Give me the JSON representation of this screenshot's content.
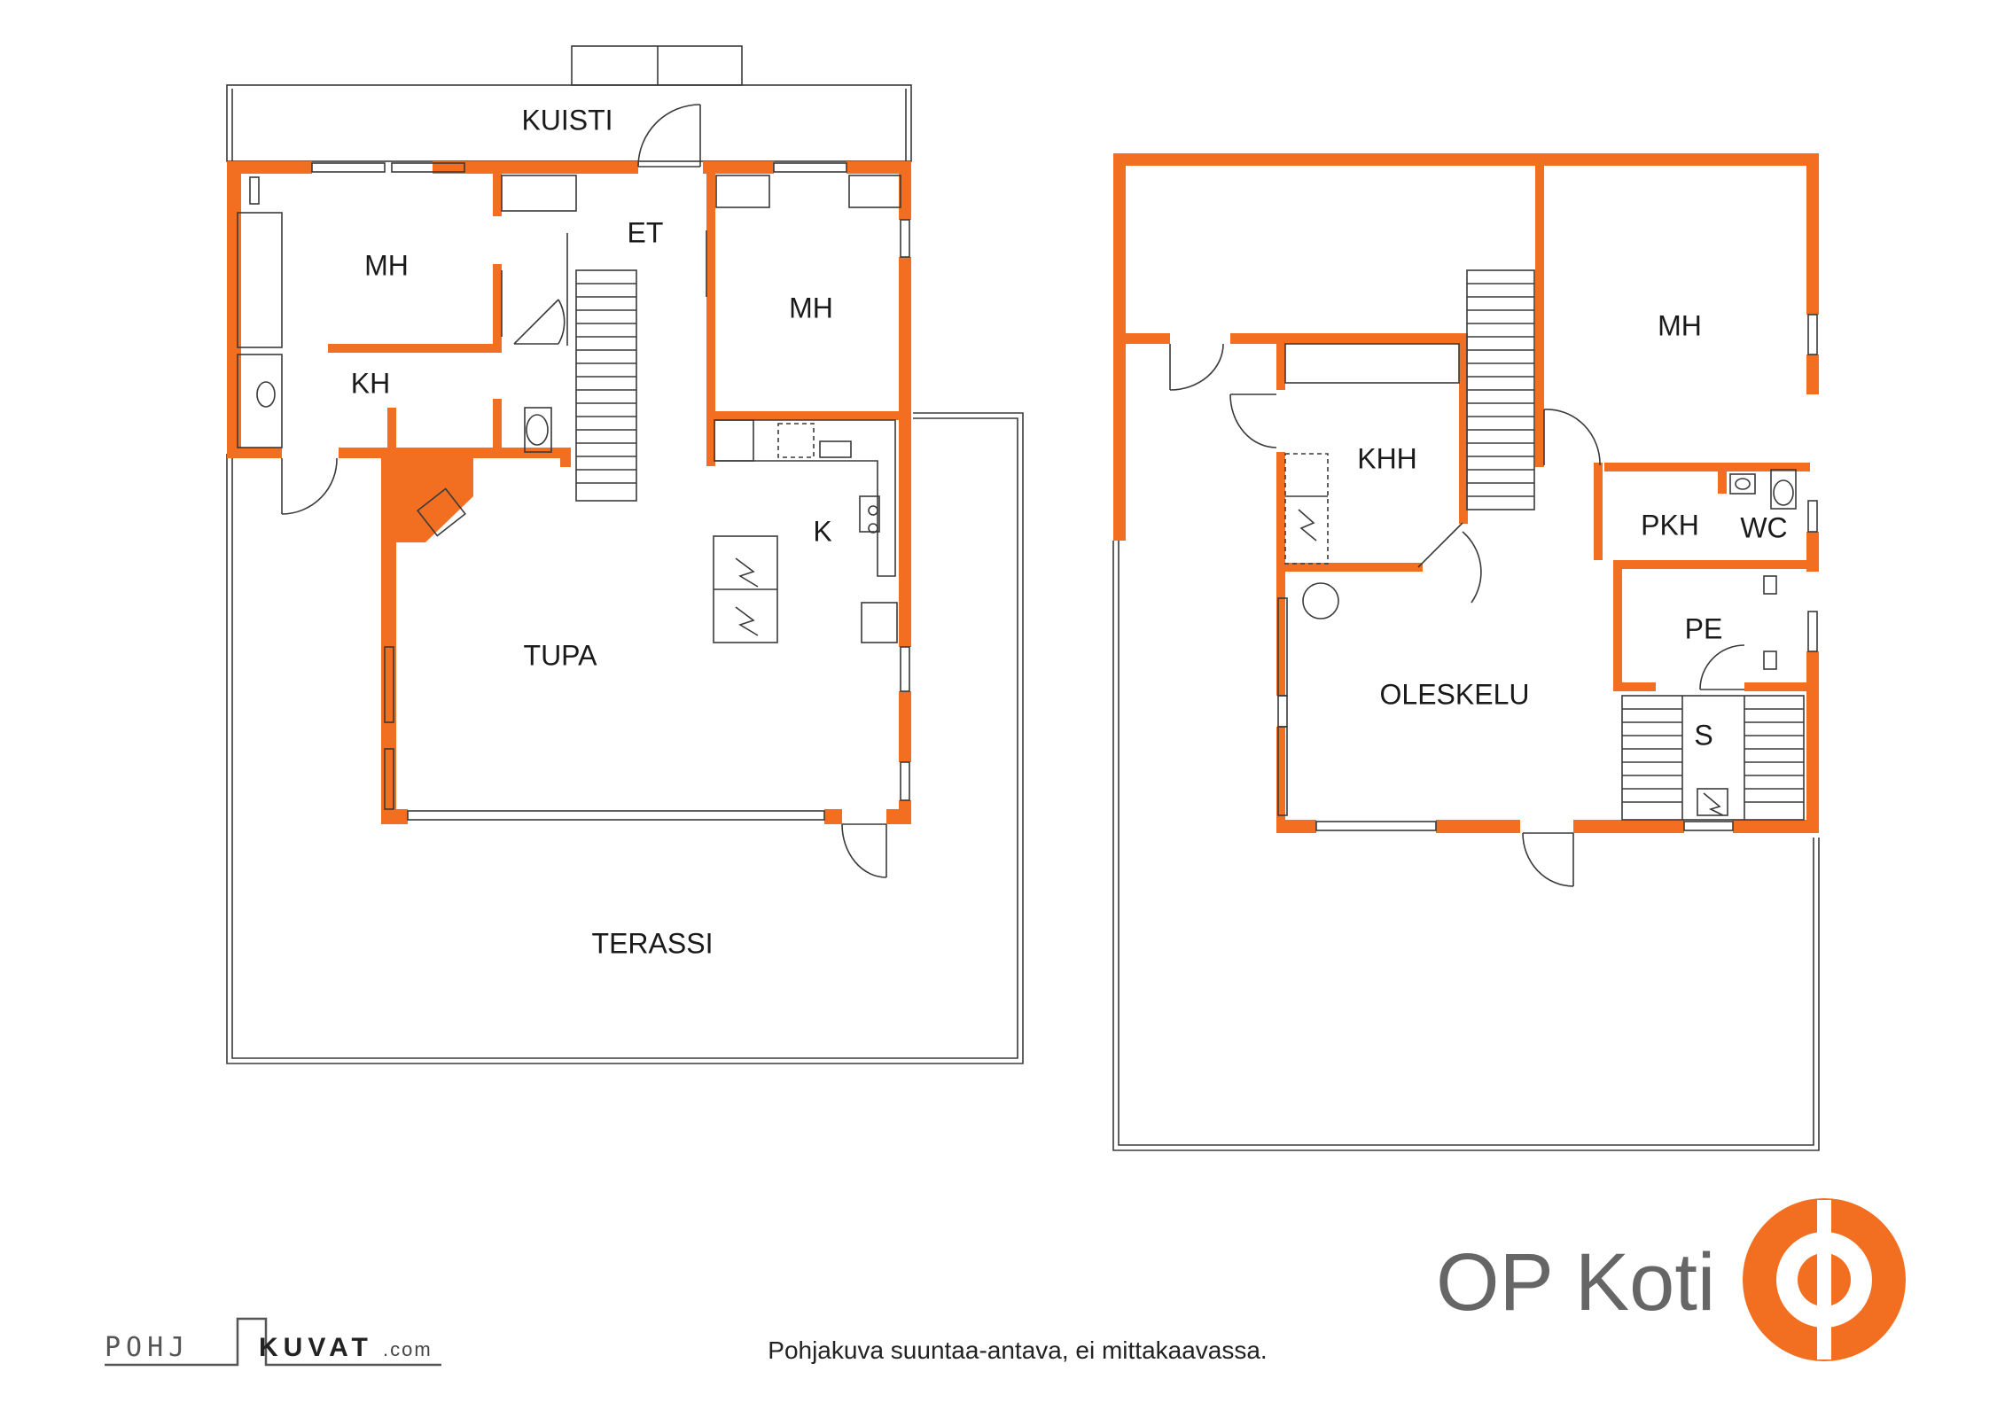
{
  "ground_floor": {
    "rooms": {
      "kuisti": "KUISTI",
      "et": "ET",
      "mh_left": "MH",
      "kh": "KH",
      "mh_right": "MH",
      "k": "K",
      "tupa": "TUPA",
      "terassi": "TERASSI"
    }
  },
  "upper_floor": {
    "rooms": {
      "mh": "MH",
      "khh": "KHH",
      "pkh": "PKH",
      "wc": "WC",
      "pe": "PE",
      "s": "S",
      "oleskelu": "OLESKELU"
    }
  },
  "footer": {
    "brand": "OP Koti",
    "credit_pohj": "POHJ",
    "credit_kuvat": "KUVAT",
    "credit_domain": ".com",
    "disclaimer": "Pohjakuva suuntaa-antava, ei mittakaavassa."
  },
  "colors": {
    "wall": "#f26f21",
    "logo": "#f26f21",
    "brand_text": "#666666"
  }
}
